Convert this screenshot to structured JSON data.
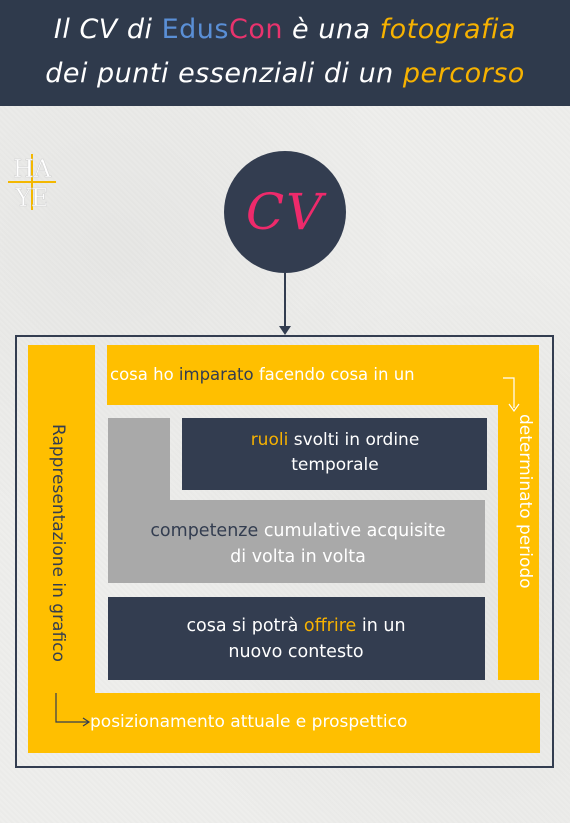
{
  "header": {
    "line1": {
      "pre": "Il CV di ",
      "brand1": "Edus",
      "brand2": "Con",
      "mid": " è una ",
      "highlight": "fotografia"
    },
    "line2": {
      "pre": "dei punti essenziali di un ",
      "highlight": "percorso"
    }
  },
  "logo": {
    "top": "HA",
    "bottom": "YE"
  },
  "center": {
    "label": "CV"
  },
  "diagram": {
    "top_bar": {
      "pre": "cosa ho ",
      "highlight": "imparato",
      "post": " facendo cosa in un"
    },
    "right_bar": "determinato periodo",
    "roles_box": {
      "highlight": "ruoli",
      "line1_post": " svolti in ordine",
      "line2": "temporale"
    },
    "competence_box": {
      "line1_dark": "competenze",
      "line1_post": " cumulative acquisite",
      "line2": "di volta in volta"
    },
    "offer_box": {
      "pre": "cosa si potrà ",
      "highlight": "offrire",
      "post": " in un",
      "line2": "nuovo contesto"
    },
    "left_bar": "Rappresentazione in grafico",
    "bottom_bar": "posizionamento attuale e prospettico"
  },
  "colors": {
    "navy": "#333d50",
    "yellow": "#ffbf00",
    "gray": "#a9a9a9",
    "pink": "#ee2a6b",
    "blue": "#5a8fd6"
  }
}
